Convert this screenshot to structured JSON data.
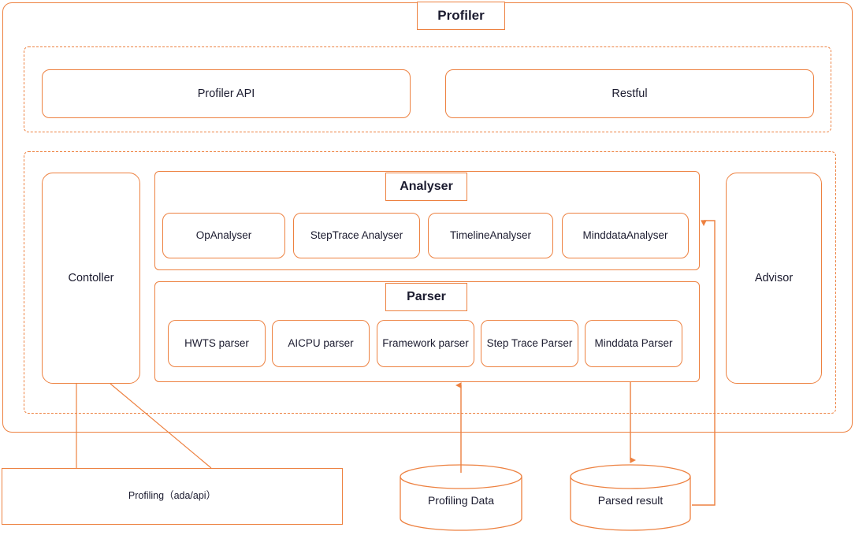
{
  "diagram": {
    "title": "Profiler",
    "api_layer": {
      "boxes": [
        {
          "label": "Profiler API"
        },
        {
          "label": "Restful"
        }
      ]
    },
    "core_layer": {
      "controller": {
        "label": "Contoller"
      },
      "advisor": {
        "label": "Advisor"
      },
      "analyser": {
        "label": "Analyser",
        "cells": [
          {
            "label": "OpAnalyser"
          },
          {
            "label": "StepTrace Analyser"
          },
          {
            "label": "TimelineAnalyser"
          },
          {
            "label": "MinddataAnalyser"
          }
        ]
      },
      "parser": {
        "label": "Parser",
        "cells": [
          {
            "label": "HWTS parser"
          },
          {
            "label": "AICPU parser"
          },
          {
            "label": "Framework parser"
          },
          {
            "label": "Step Trace Parser"
          },
          {
            "label": "Minddata Parser"
          }
        ]
      }
    },
    "data_layer": {
      "profiling": {
        "label": "Profiling（ada/api）"
      },
      "stores": [
        {
          "label": "Profiling Data"
        },
        {
          "label": "Parsed result"
        }
      ]
    },
    "colors": {
      "line": "#ED8140",
      "text": "#1b1b2f",
      "background": "#ffffff"
    }
  }
}
